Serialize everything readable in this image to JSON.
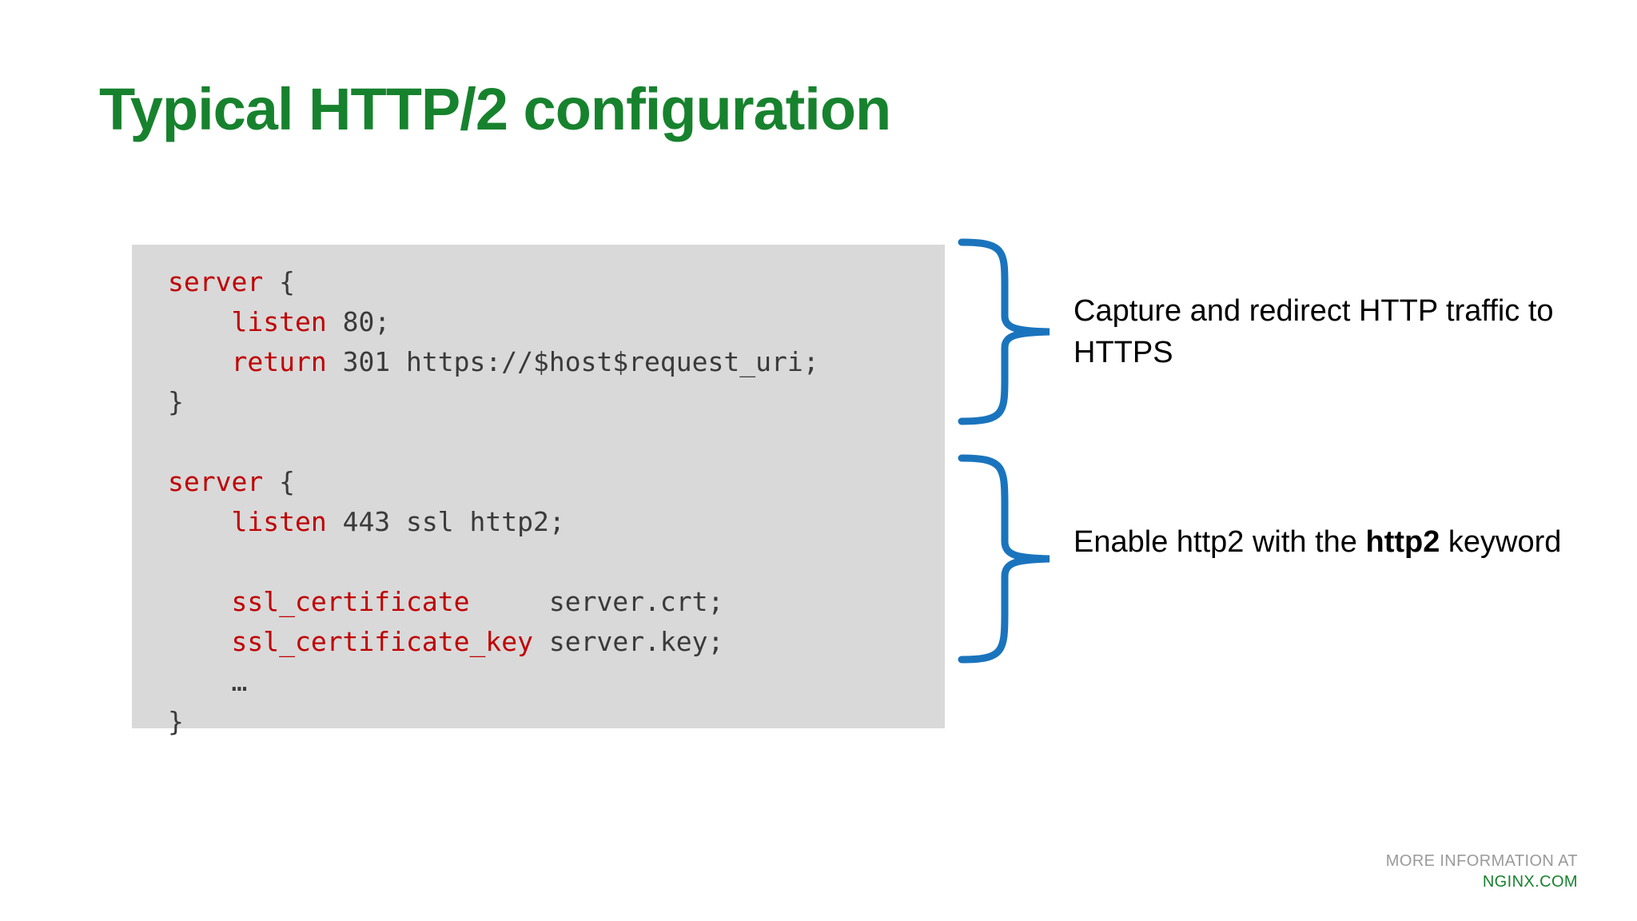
{
  "slide": {
    "title": "Typical HTTP/2 configuration",
    "title_color": "#17822e",
    "background": "#ffffff"
  },
  "code_block": {
    "background": "#d9d9d9",
    "keyword_color": "#c00000",
    "value_color": "#3a3a3a",
    "lines": [
      {
        "indent": "",
        "keyword": "server",
        "value": " {"
      },
      {
        "indent": "    ",
        "keyword": "listen",
        "value": " 80;"
      },
      {
        "indent": "    ",
        "keyword": "return",
        "value": " 301 https://$host$request_uri;"
      },
      {
        "indent": "",
        "keyword": "",
        "value": "}"
      },
      {
        "indent": "",
        "keyword": "",
        "value": ""
      },
      {
        "indent": "",
        "keyword": "server",
        "value": " {"
      },
      {
        "indent": "    ",
        "keyword": "listen",
        "value": " 443 ssl http2;"
      },
      {
        "indent": "",
        "keyword": "",
        "value": ""
      },
      {
        "indent": "    ",
        "keyword": "ssl_certificate",
        "value": "     server.crt;"
      },
      {
        "indent": "    ",
        "keyword": "ssl_certificate_key",
        "value": " server.key;"
      },
      {
        "indent": "    ",
        "keyword": "",
        "value": "…"
      },
      {
        "indent": "",
        "keyword": "",
        "value": "}"
      }
    ]
  },
  "annotations": [
    {
      "id": "redirect-note",
      "text_before": "Capture and redirect HTTP traffic to HTTPS",
      "bold": "",
      "text_after": ""
    },
    {
      "id": "http2-note",
      "text_before": "Enable http2 with the ",
      "bold": "http2",
      "text_after": " keyword"
    }
  ],
  "braces": {
    "color": "#1a74bd",
    "count": 2
  },
  "footer": {
    "line1": "MORE INFORMATION AT",
    "line2": "NGINX.COM",
    "line1_color": "#9a9a9a",
    "line2_color": "#17822e"
  }
}
